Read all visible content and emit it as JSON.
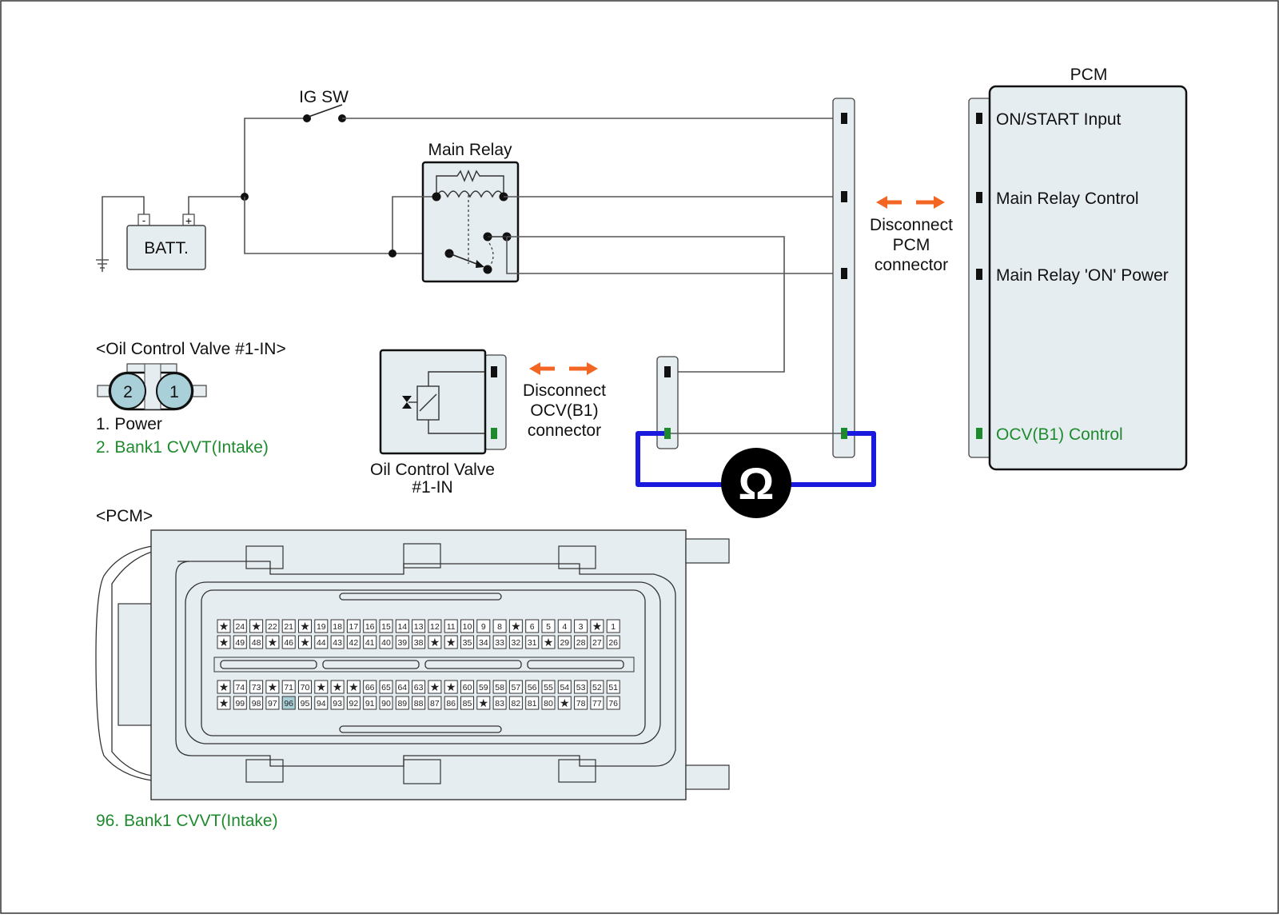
{
  "diagram": {
    "ig_switch": {
      "label": "IG SW"
    },
    "battery": {
      "label": "BATT.",
      "neg": "-",
      "pos": "+"
    },
    "main_relay": {
      "label": "Main Relay"
    },
    "pcm_block": {
      "title": "PCM",
      "pins": [
        {
          "label": "ON/START Input",
          "color": "#111111"
        },
        {
          "label": "Main Relay Control",
          "color": "#111111"
        },
        {
          "label": "Main Relay 'ON' Power",
          "color": "#111111"
        },
        {
          "label": "OCV(B1) Control",
          "color": "#1e8a2e"
        }
      ]
    },
    "pcm_disconnect": {
      "lines": [
        "Disconnect",
        "PCM",
        "connector"
      ]
    },
    "ocv_disconnect": {
      "lines": [
        "Disconnect",
        "OCV(B1)",
        "connector"
      ]
    },
    "ocv_component": {
      "lines": [
        "Oil Control Valve",
        "#1-IN"
      ]
    },
    "ohmmeter": {
      "symbol": "Ω"
    },
    "ocv_connector_view": {
      "title": "<Oil Control Valve #1-IN>",
      "pins": [
        "2",
        "1"
      ],
      "legend": [
        {
          "text": "1. Power",
          "color": "#111111"
        },
        {
          "text": "2. Bank1 CVVT(Intake)",
          "color": "#1e8a2e"
        }
      ]
    },
    "pcm_connector_view": {
      "title": "<PCM>",
      "highlight_pin": "96",
      "legend": {
        "text": "96. Bank1 CVVT(Intake)",
        "color": "#1e8a2e"
      },
      "rows": [
        [
          "★",
          "24",
          "★",
          "22",
          "21",
          "★",
          "19",
          "18",
          "17",
          "16",
          "15",
          "14",
          "13",
          "12",
          "11",
          "10",
          "9",
          "8",
          "★",
          "6",
          "5",
          "4",
          "3",
          "★",
          "1"
        ],
        [
          "★",
          "49",
          "48",
          "★",
          "46",
          "★",
          "44",
          "43",
          "42",
          "41",
          "40",
          "39",
          "38",
          "★",
          "★",
          "35",
          "34",
          "33",
          "32",
          "31",
          "★",
          "29",
          "28",
          "27",
          "26"
        ],
        [
          "★",
          "74",
          "73",
          "★",
          "71",
          "70",
          "★",
          "★",
          "★",
          "66",
          "65",
          "64",
          "63",
          "★",
          "★",
          "60",
          "59",
          "58",
          "57",
          "56",
          "55",
          "54",
          "53",
          "52",
          "51"
        ],
        [
          "★",
          "99",
          "98",
          "97",
          "96",
          "95",
          "94",
          "93",
          "92",
          "91",
          "90",
          "89",
          "88",
          "87",
          "86",
          "85",
          "★",
          "83",
          "82",
          "81",
          "80",
          "★",
          "78",
          "77",
          "76"
        ]
      ]
    },
    "colors": {
      "arrow": "#f26522",
      "meter_wire": "#1a1adf",
      "signal_green": "#1e8a2e",
      "component_fill": "#e6edf0",
      "highlight_pin": "#a9cfd8"
    }
  }
}
